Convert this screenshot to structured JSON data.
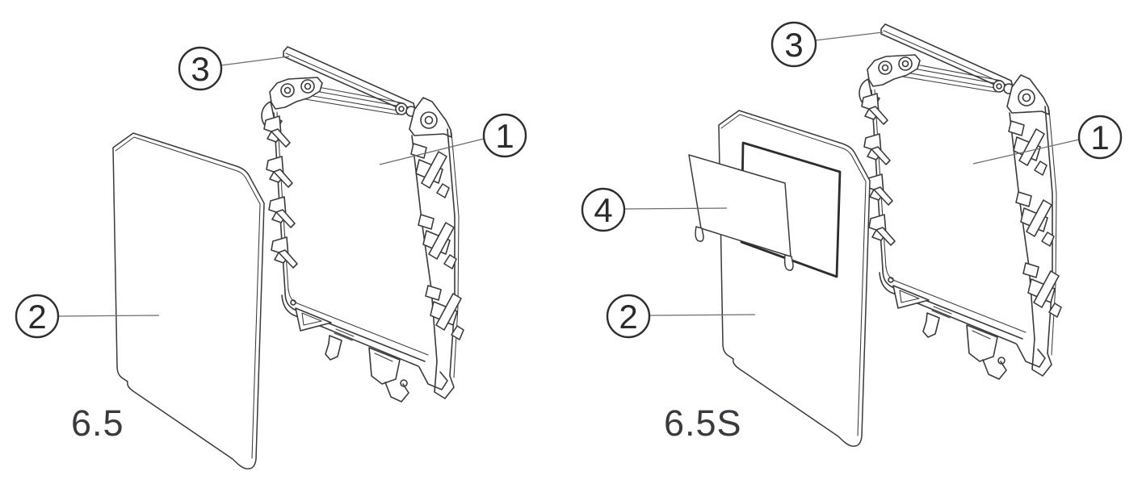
{
  "figure": {
    "background": "#ffffff",
    "line_color": "#3a3a3e",
    "leader_color": "#6b6b70",
    "text_color": "#2b2b2e"
  },
  "diagrams": [
    {
      "variant": "6.5",
      "callouts": [
        {
          "number": "3"
        },
        {
          "number": "1"
        },
        {
          "number": "2"
        }
      ]
    },
    {
      "variant": "6.5S",
      "callouts": [
        {
          "number": "3"
        },
        {
          "number": "1"
        },
        {
          "number": "4"
        },
        {
          "number": "2"
        }
      ]
    }
  ]
}
